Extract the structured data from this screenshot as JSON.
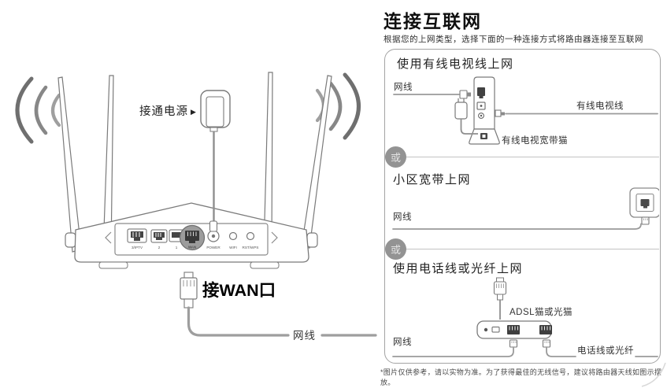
{
  "colors": {
    "line_art": "#7a7a7a",
    "cable_gray": "#9a9a9a",
    "badge_bg": "#939393",
    "badge_text": "#e3e3e3",
    "wan_highlight": "#9c9c9c",
    "text_primary": "#1a1a1a"
  },
  "left": {
    "power_label": "接通电源",
    "power_arrow": "▶",
    "wan_label": "接WAN口",
    "cable_label": "网线",
    "ports": {
      "lan3": "3/IPTV",
      "lan2": "2",
      "lan1": "1",
      "wan": "WAN",
      "power": "POWER",
      "wifi": "WIFI",
      "rst": "RST/WPS"
    }
  },
  "right": {
    "title": "连接互联网",
    "subtitle": "根据您的上网类型，选择下面的一种连接方式将路由器连接至互联网",
    "or_badge": "或",
    "section1": {
      "heading": "使用有线电视线上网",
      "cable_label": "网线",
      "tv_line_label": "有线电视线",
      "modem_label": "有线电视宽带猫"
    },
    "section2": {
      "heading": "小区宽带上网",
      "cable_label": "网线"
    },
    "section3": {
      "heading": "使用电话线或光纤上网",
      "modem_label": "ADSL猫或光猫",
      "cable_label": "网线",
      "phone_line_label": "电话线或光纤"
    },
    "footnote": "*图片仅供参考，请以实物为准。为了获得最佳的无线信号，建议将路由器天线如图示摆放。"
  }
}
